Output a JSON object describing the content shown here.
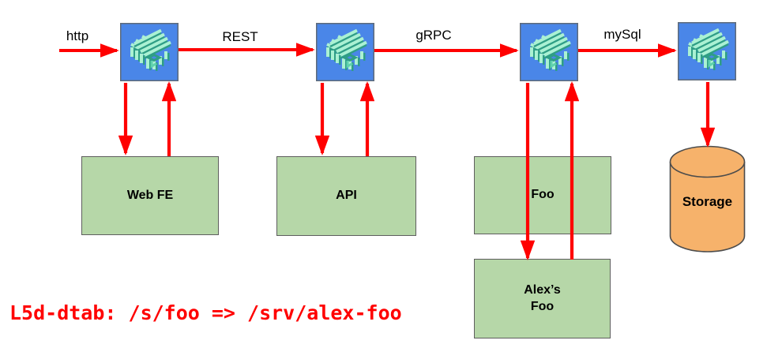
{
  "annotation": {
    "dtab_rule": "L5d-dtab: /s/foo => /srv/alex-foo"
  },
  "edges": [
    {
      "label": "http"
    },
    {
      "label": "REST"
    },
    {
      "label": "gRPC"
    },
    {
      "label": "mySql"
    }
  ],
  "proxies": [
    {
      "icon": "linkerd-mesh-icon"
    },
    {
      "icon": "linkerd-mesh-icon"
    },
    {
      "icon": "linkerd-mesh-icon"
    },
    {
      "icon": "linkerd-mesh-icon"
    }
  ],
  "services": [
    {
      "label": "Web FE"
    },
    {
      "label": "API"
    },
    {
      "label": "Foo"
    },
    {
      "label": "Alex’s\nFoo"
    }
  ],
  "storage": {
    "label": "Storage",
    "icon": "database-cylinder-icon"
  },
  "colors": {
    "proxy_fill": "#4a86e8",
    "proxy_logo_light": "#aaf1d3",
    "proxy_logo_mid": "#5ed1ad",
    "proxy_logo_dark": "#2f9e85",
    "service_fill": "#b6d7a8",
    "service_border": "#5e5e5e",
    "storage_fill": "#f6b26b",
    "arrow": "#ff0000",
    "annotation_text": "#ff0000",
    "label_text": "#000000"
  }
}
